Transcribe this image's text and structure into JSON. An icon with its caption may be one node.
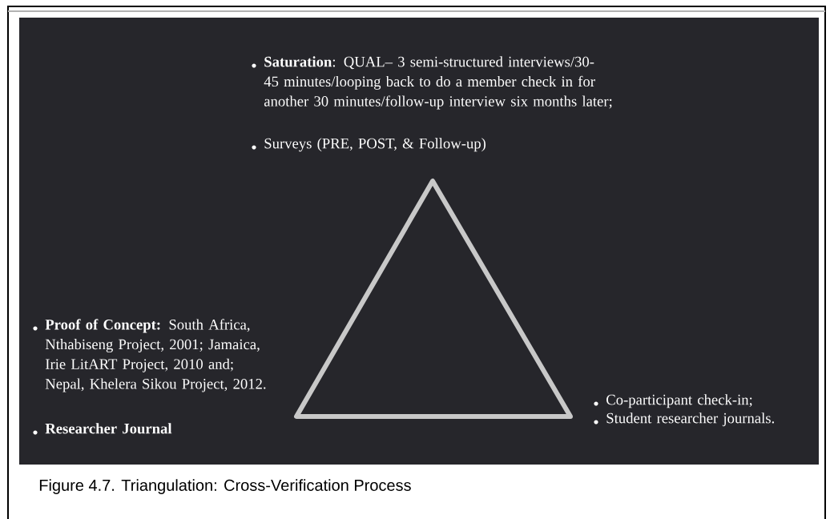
{
  "diagram": {
    "caption": "Figure 4.7.  Triangulation: Cross-Verification Process",
    "labels": [
      "**Saturation**: QUAL– 3 semi-structured interviews/30-45 minutes/looping back to do a member check in for another 30 minutes/follow-up interview six months later;",
      "Surveys (PRE, POST, & Follow-up)",
      "**Proof of Concept:** South Africa, Nthabiseng Project, 2001; Jamaica, Irie LitART Project, 2010 and; Nepal, Khelera Sikou Project, 2012.",
      "Researcher Journal",
      "Co-participant check-in;",
      "Student researcher journals."
    ]
  }
}
